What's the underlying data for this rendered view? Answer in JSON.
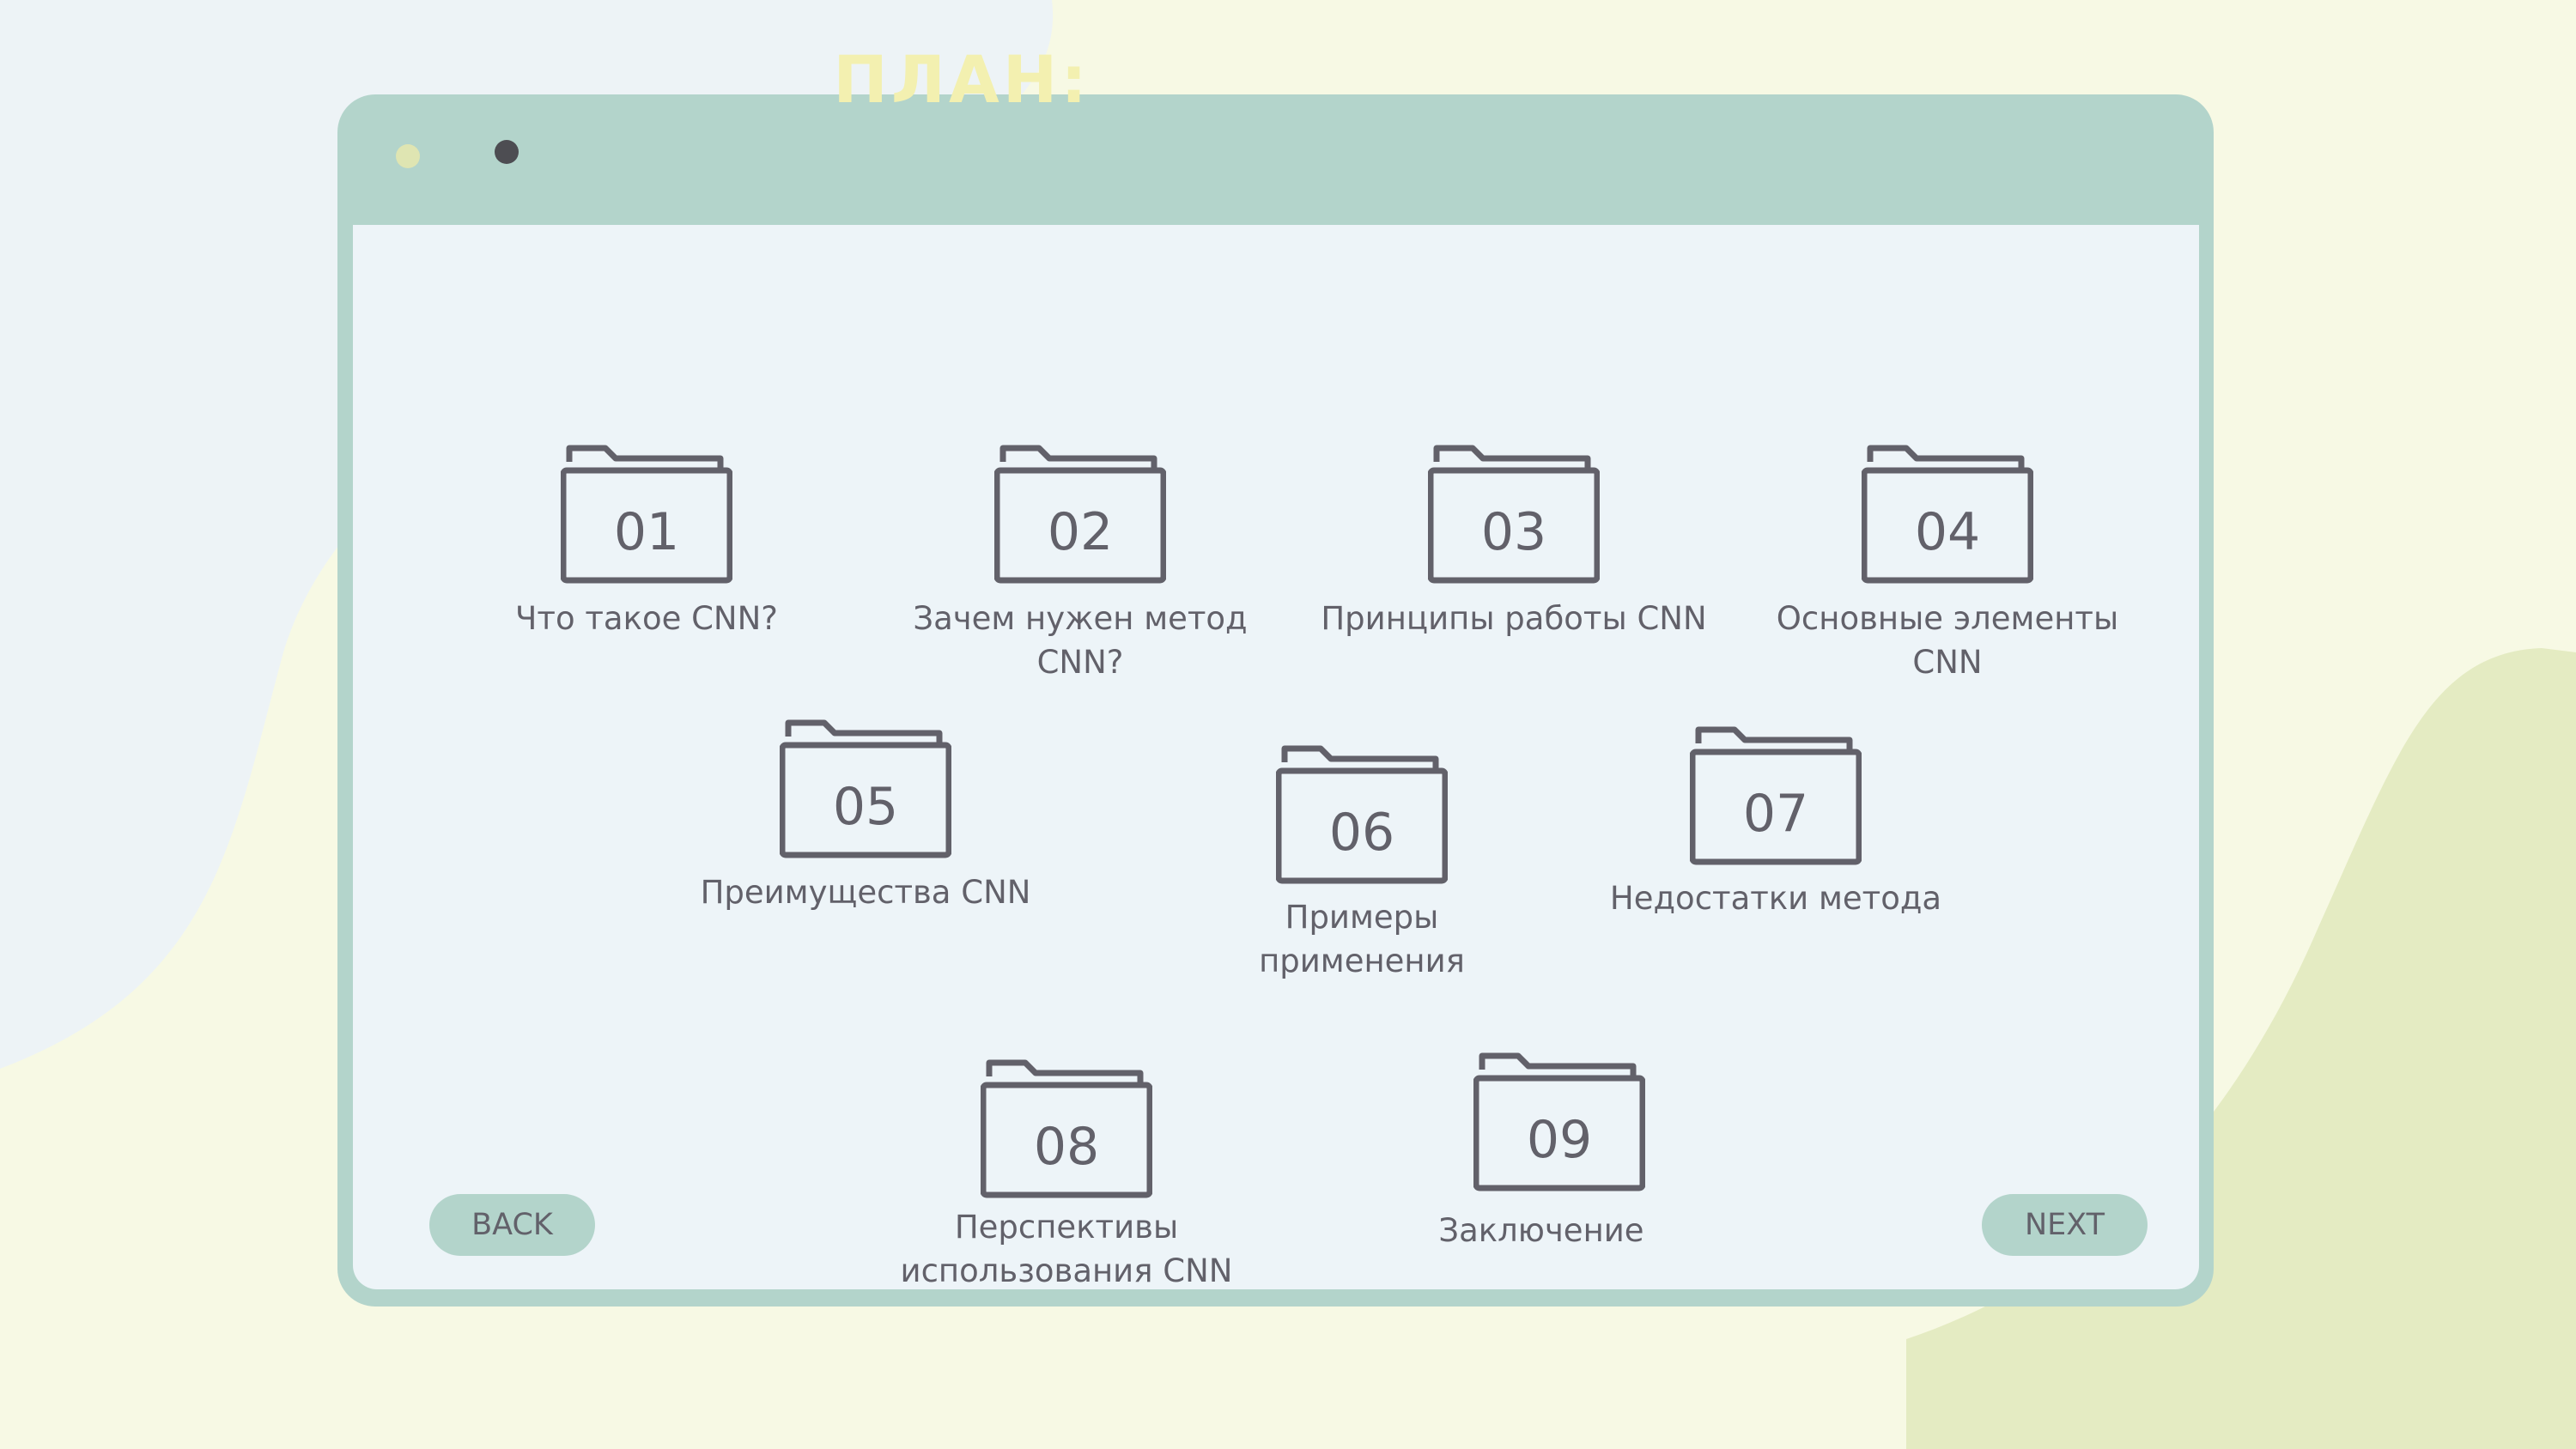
{
  "window": {
    "title": "ПЛАН:"
  },
  "folder_icon": "folder-icon",
  "plan_items": [
    {
      "number": "01",
      "label": "Что такое CNN?"
    },
    {
      "number": "02",
      "label": "Зачем нужен метод CNN?"
    },
    {
      "number": "03",
      "label": "Принципы работы CNN"
    },
    {
      "number": "04",
      "label": "Основные элементы CNN"
    },
    {
      "number": "05",
      "label": "Преимущества CNN"
    },
    {
      "number": "06",
      "label": "Примеры применения"
    },
    {
      "number": "07",
      "label": "Недостатки метода"
    },
    {
      "number": "08",
      "label": "Перспективы использования CNN"
    },
    {
      "number": "09",
      "label": "Заключение"
    }
  ],
  "nav": {
    "back_label": "BACK",
    "next_label": "NEXT"
  },
  "colors": {
    "background": "#f7f9e4",
    "window_frame": "#b3d4cb",
    "window_pane": "#edf4f8",
    "title": "#f3f0b0",
    "text": "#62616a"
  }
}
